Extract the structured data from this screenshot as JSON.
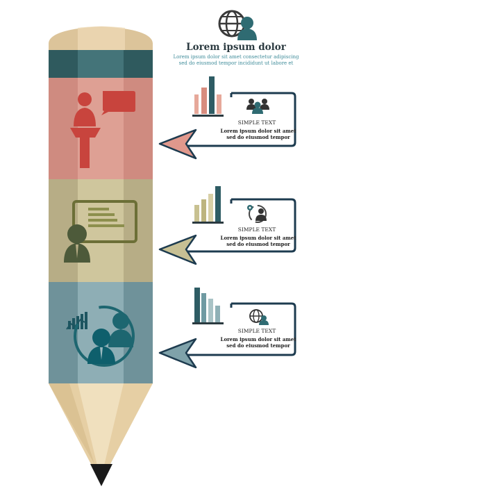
{
  "header": {
    "title": "Lorem ipsum dolor",
    "subtitle_line1": "Lorem ipsum dolor sit amet  consectetur adipiscing",
    "subtitle_line2": "sed do eiusmod tempor incididunt ut labore et"
  },
  "colors": {
    "wood": "#e3caa0",
    "cap": "#2f5a5e",
    "red_band": "#cf8b80",
    "olive_band": "#bcb28a",
    "blue_band": "#6f9aa2",
    "graphite": "#1a1a1a",
    "card_border": "#1d3b4f",
    "red_accent": "#e0988c",
    "olive_accent": "#bfb680",
    "teal_accent": "#3f6f76"
  },
  "cards": [
    {
      "icon": "people-group-icon",
      "title": "SIMPLE TEXT",
      "line1": "Lorem ipsum dolor sit amet",
      "line2": "sed do eiusmod tempor",
      "bars": [
        3,
        4,
        5,
        3
      ]
    },
    {
      "icon": "gear-person-icon",
      "title": "SIMPLE TEXT",
      "line1": "Lorem ipsum dolor sit amet",
      "line2": "sed do eiusmod tempor",
      "bars": [
        2,
        3,
        4,
        5
      ]
    },
    {
      "icon": "globe-person-icon",
      "title": "SIMPLE TEXT",
      "line1": "Lorem ipsum dolor sit amet",
      "line2": "sed do eiusmod tempor",
      "bars": [
        5,
        4,
        3,
        2
      ]
    }
  ]
}
